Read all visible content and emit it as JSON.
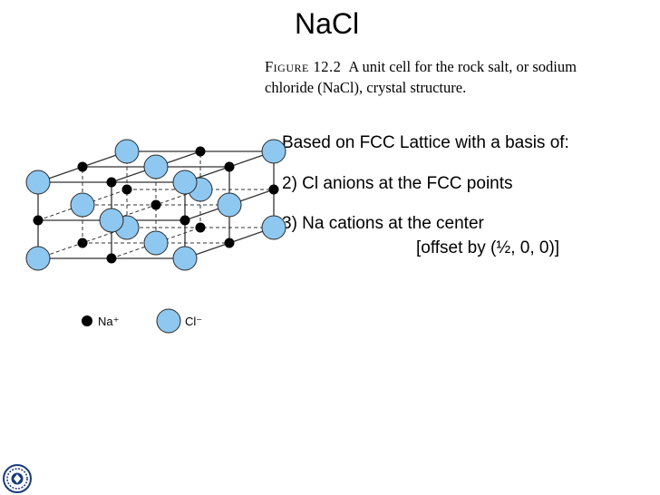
{
  "title": "NaCl",
  "caption": {
    "figure_label": "Figure 12.2",
    "text_line1": "A unit cell for the rock salt, or sodium",
    "text_line2": "chloride (NaCl), crystal structure."
  },
  "body": {
    "line1": "Based on FCC Lattice with a basis of:",
    "line2": "2) Cl anions at the FCC points",
    "line3": "3) Na cations at the center",
    "line4": "[offset by (½, 0, 0)]"
  },
  "legend": {
    "na_label": "Na⁺",
    "cl_label": "Cl⁻"
  },
  "colors": {
    "chloride_fill": "#8ec8f0",
    "chloride_stroke": "#2a2a2a",
    "sodium_fill": "#000000",
    "lattice_line": "#333333"
  },
  "logo": "university-seal-icon"
}
